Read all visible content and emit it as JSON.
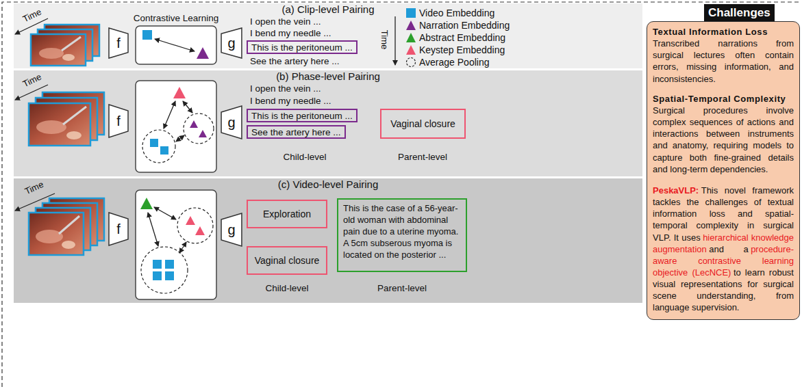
{
  "diagram": {
    "nodes": [
      {
        "text": [
          "(a) Clip-level Pairing"
        ]
      },
      {
        "text": [
          "f"
        ],
        "in": 0
      },
      {
        "text": [
          "Contrastive Learning"
        ],
        "in": 0
      },
      {
        "text": [
          "g"
        ],
        "in": 0
      },
      {
        "text": [
          "This is the peritoneum ..."
        ],
        "in": 0
      },
      {
        "text": [
          "(b) Phase-level Pairing"
        ]
      },
      {
        "text": [
          "f"
        ],
        "in": 5
      },
      {
        "text": [
          "g"
        ],
        "in": 5
      },
      {
        "text": [
          "This is the peritoneum ..."
        ],
        "in": 5
      },
      {
        "text": [
          "See the artery here ..."
        ],
        "in": 5
      },
      {
        "text": [
          "Vaginal closure"
        ],
        "in": 5
      },
      {
        "text": [
          "(c) Video-level Pairing"
        ]
      },
      {
        "text": [
          "f"
        ],
        "in": 11
      },
      {
        "text": [
          "g"
        ],
        "in": 11
      },
      {
        "text": [
          "Exploration"
        ],
        "in": 11
      },
      {
        "text": [
          "Vaginal closure"
        ],
        "in": 11
      },
      {
        "text": [
          "This is the case of a 56-year-old woman with abdominal pain due to a uterine myoma. A 5cm subserous myoma is located on the posterior ..."
        ],
        "in": 11
      },
      {
        "text": [
          "Challenges"
        ]
      },
      {
        "text": [
          "Textual Information Loss",
          "Transcribed narrations from surgical lectures often contain errors, missing information, and inconsistencies.",
          "Spatial-Temporal Complexity",
          "Surgical procedures involve complex sequences of actions and interactions between instruments and anatomy, requiring models to capture both fine-grained details and long-term dependencies.",
          "PeskaVLP:",
          "This novel framework tackles the challenges of textual information loss and spatial-temporal complexity in surgical VLP. It uses",
          "hierarchical knowledge augmentation",
          "and a",
          "procedure-aware contrastive learning objective (LecNCE)",
          "to learn robust visual representations for surgical scene understanding, from language supervision."
        ]
      }
    ],
    "labels": [
      "Time",
      "I open the vein ...",
      "I bend my needle ...",
      "See the artery here ...",
      "Time",
      "Time",
      "I open the vein ...",
      "I bend my needle ...",
      "Child-level",
      "Parent-level",
      "Time",
      "Child-level",
      "Parent-level"
    ],
    "legend": [
      {
        "text": "Video Embedding",
        "color": "#1f9bd7"
      },
      {
        "text": "Narration Embedding",
        "color": "#7b2a8c"
      },
      {
        "text": "Abstract Embedding",
        "color": "#2ca02c"
      },
      {
        "text": "Keystep Embedding",
        "color": "#ee5470"
      },
      {
        "text": "Average Pooling"
      }
    ]
  }
}
